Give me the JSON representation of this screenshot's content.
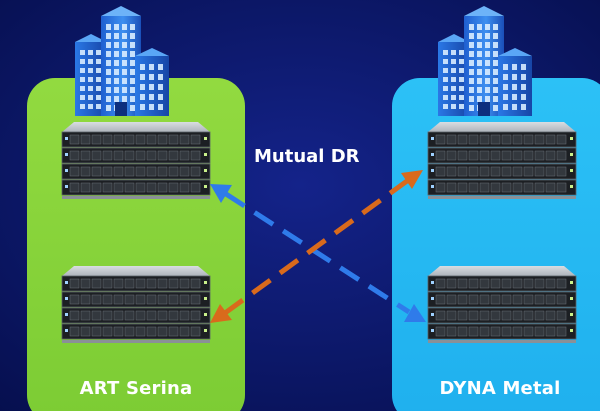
{
  "diagram": {
    "connection_label": "Mutual DR",
    "colors": {
      "background_top": "#0e1c7a",
      "background_bottom": "#071255",
      "left_site": "#86d23a",
      "right_site": "#26b8f2",
      "arrow_blue": "#2f7bea",
      "arrow_orange": "#d96a1c"
    },
    "sites": [
      {
        "name": "ART Serina",
        "building_icon": "office-buildings-icon",
        "server_racks": 2
      },
      {
        "name": "DYNA Metal",
        "building_icon": "office-buildings-icon",
        "server_racks": 2
      }
    ],
    "links": [
      {
        "from": "ART Serina",
        "to": "DYNA Metal",
        "color": "blue",
        "style": "dashed",
        "bidirectional": true
      },
      {
        "from": "DYNA Metal",
        "to": "ART Serina",
        "color": "orange",
        "style": "dashed",
        "bidirectional": true
      }
    ]
  }
}
